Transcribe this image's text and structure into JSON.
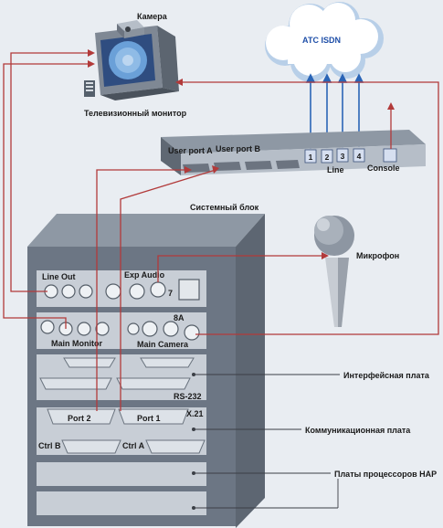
{
  "labels": {
    "camera": "Камера",
    "tv_monitor": "Телевизионный монитор",
    "isdn": "АТС ISDN",
    "user_port_a": "User port A",
    "user_port_b": "User port B",
    "line_ports": [
      "1",
      "2",
      "3",
      "4"
    ],
    "line": "Line",
    "console": "Console",
    "system_unit": "Системный блок",
    "microphone": "Микрофон",
    "line_out": "Line Out",
    "exp_audio": "Exp Audio",
    "seven": "7",
    "main_monitor": "Main Monitor",
    "eight_a": "8A",
    "main_camera": "Main Camera",
    "interface_board": "Интерфейсная плата",
    "rs232": "RS-232",
    "port2": "Port 2",
    "port1": "Port 1",
    "x21": "X.21",
    "comm_board": "Коммуникационная плата",
    "ctrl_b": "Ctrl B",
    "ctrl_a": "Ctrl A",
    "cpu_boards": "Платы  процессоров НАР"
  },
  "colors": {
    "background": "#e9edf2",
    "cable_red": "#b23a3a",
    "cable_blue": "#2a64b6",
    "cloud_fill": "#ffffff",
    "cloud_shadow": "#b8cfe8",
    "device_dark": "#6c7684",
    "device_mid": "#9aa3ae",
    "panel": "#c8ced6",
    "leader_line": "#3b3f46"
  }
}
